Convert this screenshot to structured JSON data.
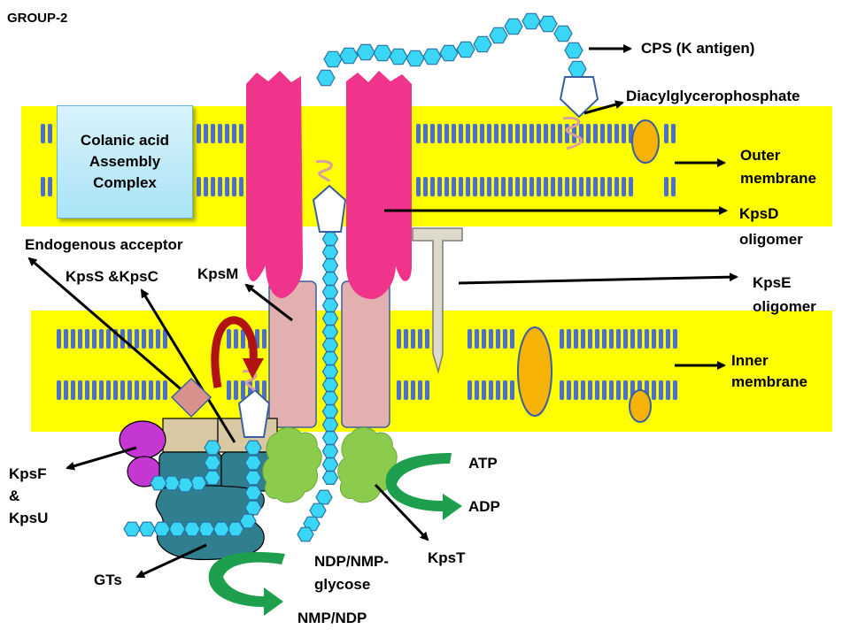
{
  "title": "GROUP-2",
  "complex_box": "Colanic acid\nAssembly\nComplex",
  "labels": {
    "cps": "CPS (K antigen)",
    "diacyl": "Diacylglycerophosphate",
    "outer_membrane": "Outer\nmembrane",
    "kpsd": "KpsD\noligomer",
    "endogenous": "Endogenous acceptor",
    "kpss": "KpsS &KpsC",
    "kpsm": "KpsM",
    "kpse": "KpsE\noligomer",
    "inner_membrane": "Inner\nmembrane",
    "kpsf": "KpsF\n&\nKpsU",
    "atp": "ATP",
    "adp": "ADP",
    "kpst": "KpsT",
    "gts": "GTs",
    "ndp": "NDP/NMP-\nglycose",
    "nmp": "NMP/NDP"
  },
  "colors": {
    "membrane": "#ffff00",
    "lipid_head": "#4a6fd0",
    "kpsd": "#f0338b",
    "kpsm": "#e3b0b0",
    "hexagon": "#39d7f5",
    "green_domain": "#8ccc4c",
    "teal_enzyme": "#2f7f8f",
    "purple": "#c437d2",
    "ovals": "#f7b208",
    "arrow_green": "#1d9f4d",
    "arrow_red": "#b31212",
    "tan_box": "#d8c9a3",
    "kpse": "#dedacb"
  }
}
